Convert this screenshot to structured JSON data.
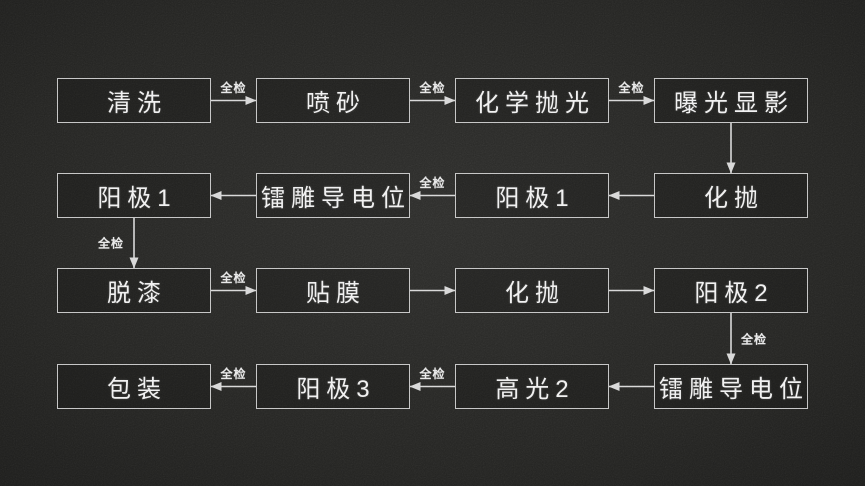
{
  "diagram": {
    "nodes": [
      {
        "id": "n1",
        "row": 0,
        "col": 0,
        "label": "清洗"
      },
      {
        "id": "n2",
        "row": 0,
        "col": 1,
        "label": "喷砂"
      },
      {
        "id": "n3",
        "row": 0,
        "col": 2,
        "label": "化学抛光"
      },
      {
        "id": "n4",
        "row": 0,
        "col": 3,
        "label": "曝光显影"
      },
      {
        "id": "n5",
        "row": 1,
        "col": 3,
        "label": "化抛"
      },
      {
        "id": "n6",
        "row": 1,
        "col": 2,
        "label": "阳极1"
      },
      {
        "id": "n7",
        "row": 1,
        "col": 1,
        "label": "镭雕导电位"
      },
      {
        "id": "n8",
        "row": 1,
        "col": 0,
        "label": "阳极1"
      },
      {
        "id": "n9",
        "row": 2,
        "col": 0,
        "label": "脱漆"
      },
      {
        "id": "n10",
        "row": 2,
        "col": 1,
        "label": "贴膜"
      },
      {
        "id": "n11",
        "row": 2,
        "col": 2,
        "label": "化抛"
      },
      {
        "id": "n12",
        "row": 2,
        "col": 3,
        "label": "阳极2"
      },
      {
        "id": "n13",
        "row": 3,
        "col": 3,
        "label": "镭雕导电位"
      },
      {
        "id": "n14",
        "row": 3,
        "col": 2,
        "label": "高光2"
      },
      {
        "id": "n15",
        "row": 3,
        "col": 1,
        "label": "阳极3"
      },
      {
        "id": "n16",
        "row": 3,
        "col": 0,
        "label": "包装"
      }
    ],
    "edges": [
      {
        "from": "n1",
        "to": "n2",
        "label": "全检"
      },
      {
        "from": "n2",
        "to": "n3",
        "label": "全检"
      },
      {
        "from": "n3",
        "to": "n4",
        "label": "全检"
      },
      {
        "from": "n4",
        "to": "n5",
        "label": ""
      },
      {
        "from": "n5",
        "to": "n6",
        "label": ""
      },
      {
        "from": "n6",
        "to": "n7",
        "label": "全检"
      },
      {
        "from": "n7",
        "to": "n8",
        "label": ""
      },
      {
        "from": "n8",
        "to": "n9",
        "label": "全检",
        "label_side": "left"
      },
      {
        "from": "n9",
        "to": "n10",
        "label": "全检"
      },
      {
        "from": "n10",
        "to": "n11",
        "label": ""
      },
      {
        "from": "n11",
        "to": "n12",
        "label": ""
      },
      {
        "from": "n12",
        "to": "n13",
        "label": "全检",
        "label_side": "right"
      },
      {
        "from": "n13",
        "to": "n14",
        "label": ""
      },
      {
        "from": "n14",
        "to": "n15",
        "label": "全检"
      },
      {
        "from": "n15",
        "to": "n16",
        "label": "全检"
      }
    ]
  },
  "colors": {
    "background_center": "#2d2d2b",
    "background_edge": "#0c0c0b",
    "box_border": "#c7c7c7",
    "box_text": "#f1f1f1",
    "arrow": "#d9d9d9",
    "edge_label": "#e9e9e9"
  }
}
